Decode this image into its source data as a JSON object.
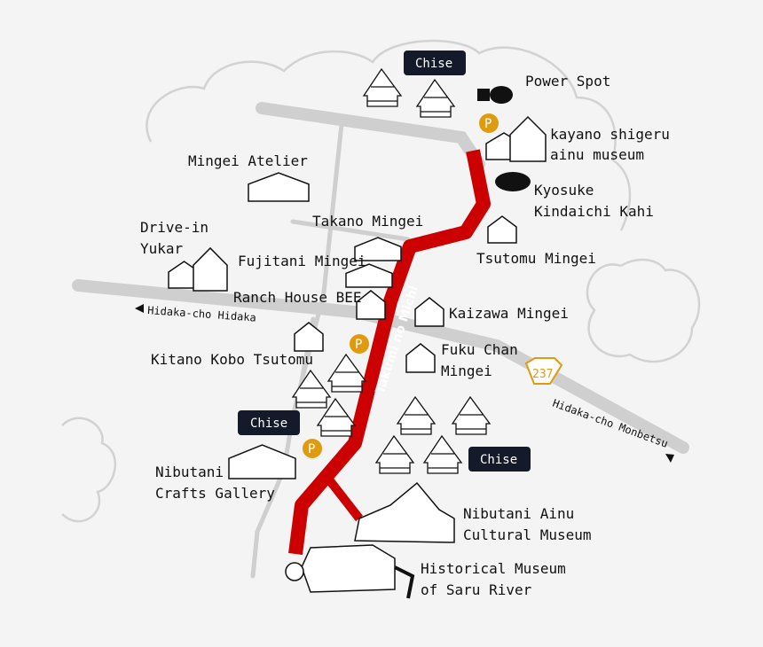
{
  "map": {
    "route_name": "Takumi no Michi",
    "route_color": "#cc0000",
    "road_color": "#cfcfcf",
    "parking_color": "#e09a10",
    "parking_label": "P",
    "route_number": "237",
    "directions": {
      "west": "Hidaka-cho Hidaka",
      "east": "Hidaka-cho Monbetsu"
    },
    "chise_tags": [
      "Chise",
      "Chise",
      "Chise"
    ],
    "places": [
      {
        "name": "Power Spot"
      },
      {
        "line1": "kayano shigeru",
        "line2": "ainu museum"
      },
      {
        "line1": "Kyosuke",
        "line2": "Kindaichi Kahi"
      },
      {
        "name": "Mingei Atelier"
      },
      {
        "name": "Takano Mingei"
      },
      {
        "line1": "Drive-in",
        "line2": "Yukar"
      },
      {
        "name": "Fujitani Mingei"
      },
      {
        "name": "Tsutomu Mingei"
      },
      {
        "name": "Ranch House BEE"
      },
      {
        "name": "Kaizawa Mingei"
      },
      {
        "line1": "Fuku Chan",
        "line2": "Mingei"
      },
      {
        "name": "Kitano Kobo Tsutomu"
      },
      {
        "line1": "Nibutani",
        "line2": "Crafts Gallery"
      },
      {
        "line1": "Nibutani Ainu",
        "line2": "Cultural Museum"
      },
      {
        "line1": "Historical Museum",
        "line2": "of Saru River"
      }
    ]
  }
}
